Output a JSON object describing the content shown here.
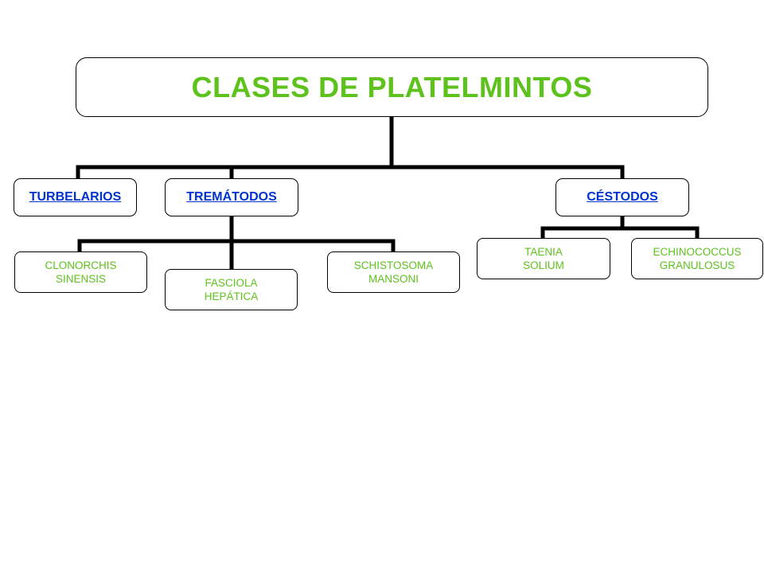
{
  "diagram": {
    "title": "CLASES DE PLATELMINTOS",
    "classes": {
      "turbelarios": "TURBELARIOS",
      "trematodos": "TREMÁTODOS",
      "cestodos": "CÉSTODOS"
    },
    "trematodos_children": {
      "clonorchis": "CLONORCHIS\nSINENSIS",
      "fasciola": "FASCIOLA\nHEPÁTICA",
      "schistosoma": "SCHISTOSOMA\nMANSONI"
    },
    "cestodos_children": {
      "taenia": "TAENIA\nSOLIUM",
      "echinococcus": "ECHINOCOCCUS\nGRANULOSUS"
    },
    "colors": {
      "title_text": "#5ec21c",
      "class_link": "#0033cc",
      "leaf_text": "#5ec21c",
      "connector": "#000000"
    }
  }
}
